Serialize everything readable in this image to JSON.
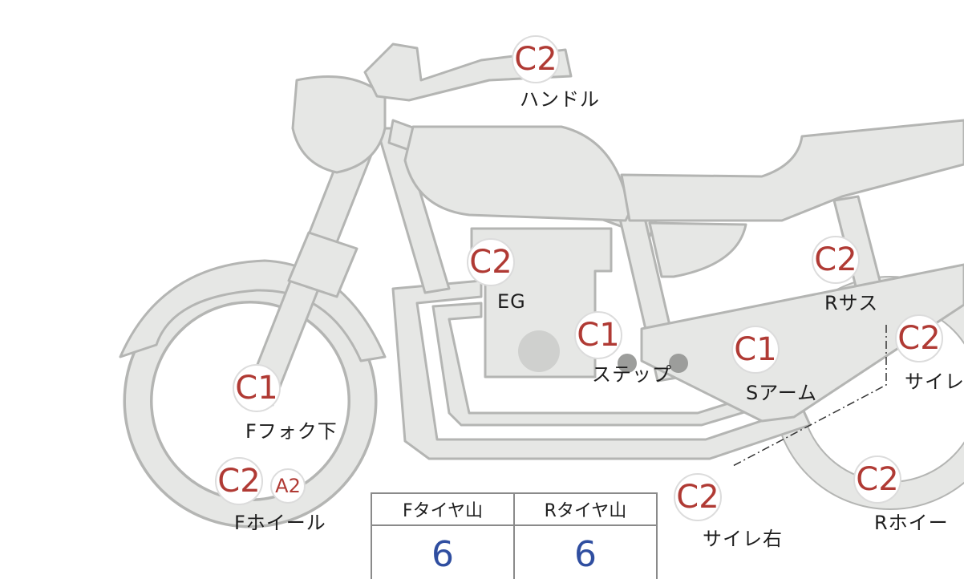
{
  "grades": {
    "handle": "C2",
    "engine": "C2",
    "step": "C1",
    "fork": "C1",
    "swing_arm": "C1",
    "rear_suspension": "C2",
    "front_wheel": "C2",
    "front_wheel_sub": "A2",
    "muffler_right": "C2",
    "muffler_left": "C2",
    "rear_wheel": "C2"
  },
  "labels": {
    "handle": "ハンドル",
    "engine": "EG",
    "step": "ステップ",
    "fork": "Fフォク下",
    "swing_arm": "Sアーム",
    "rear_suspension": "Rサス",
    "front_wheel": "Fホイール",
    "muffler_right": "サイレ右",
    "muffler_left": "サイレ",
    "rear_wheel": "Rホイー"
  },
  "tire_table": {
    "front_header": "Fタイヤ山",
    "rear_header": "Rタイヤ山",
    "front_value": "6",
    "rear_value": "6"
  }
}
